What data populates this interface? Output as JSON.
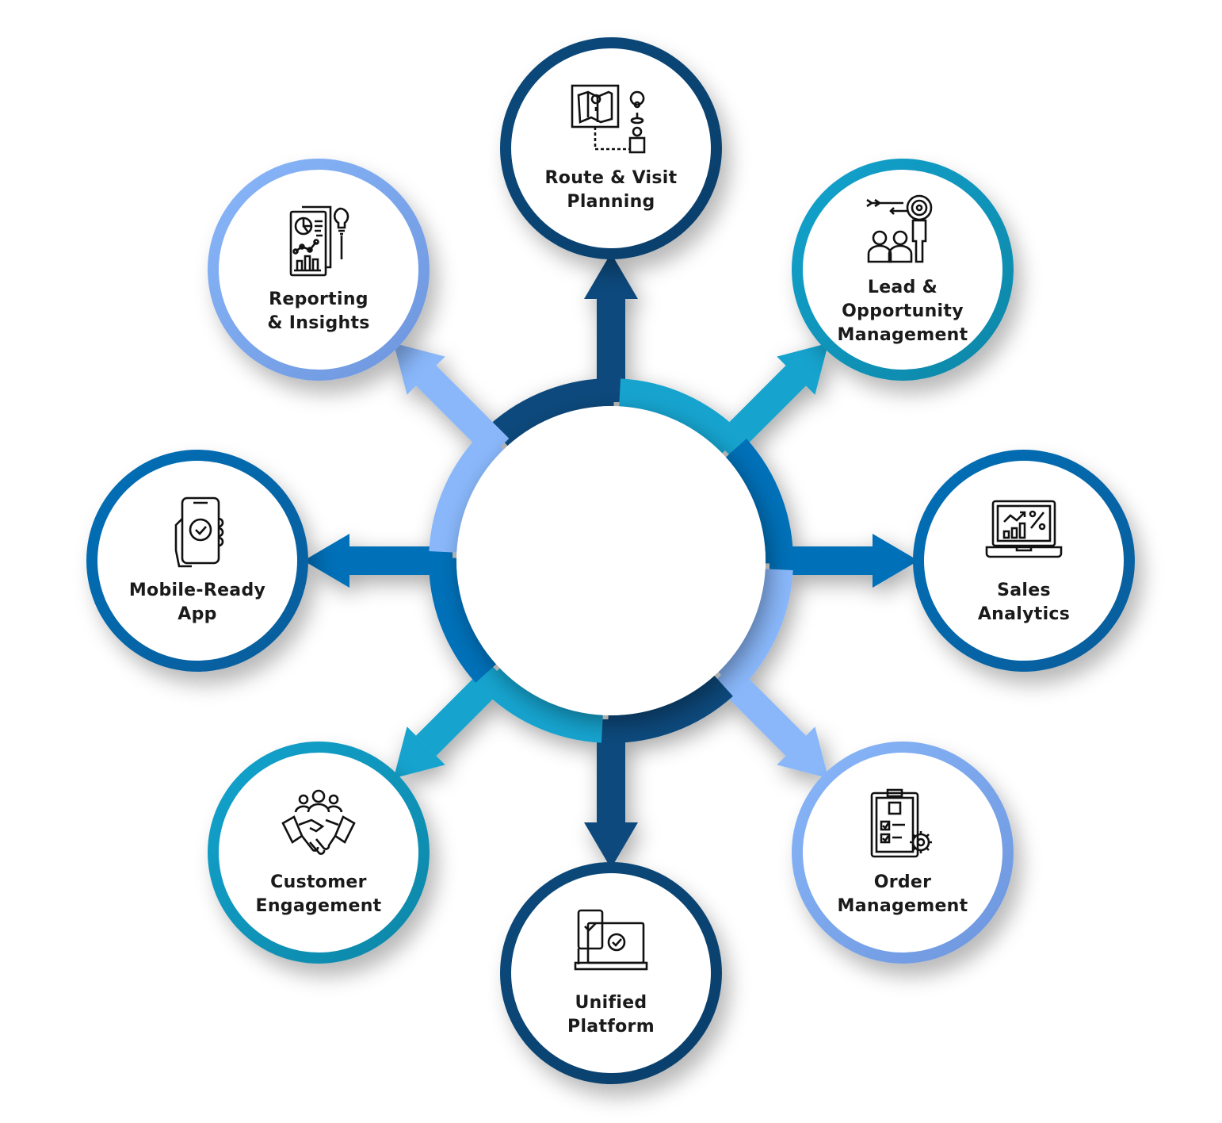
{
  "diagram": {
    "title": "",
    "hub": {
      "label": ""
    },
    "colors": {
      "navy": "#0b4a7c",
      "blue": "#0070b8",
      "teal": "#12a3ce",
      "light": "#89b7fa",
      "text": "#1a1a1a"
    },
    "nodes": [
      {
        "id": "route",
        "label": "Route & Visit\nPlanning",
        "icon": "map-route-icon",
        "color": "navy",
        "direction": "up"
      },
      {
        "id": "lead",
        "label": "Lead &\nOpportunity\nManagement",
        "icon": "target-team-icon",
        "color": "teal",
        "direction": "up-right"
      },
      {
        "id": "sales",
        "label": "Sales\nAnalytics",
        "icon": "laptop-analytics-icon",
        "color": "blue",
        "direction": "right"
      },
      {
        "id": "order",
        "label": "Order\nManagement",
        "icon": "clipboard-gear-icon",
        "color": "light",
        "direction": "down-right"
      },
      {
        "id": "unified",
        "label": "Unified\nPlatform",
        "icon": "devices-check-icon",
        "color": "navy",
        "direction": "down"
      },
      {
        "id": "customer",
        "label": "Customer\nEngagement",
        "icon": "handshake-icon",
        "color": "teal",
        "direction": "down-left"
      },
      {
        "id": "mobile",
        "label": "Mobile-Ready\nApp",
        "icon": "mobile-check-icon",
        "color": "blue",
        "direction": "left"
      },
      {
        "id": "reporting",
        "label": "Reporting\n& Insights",
        "icon": "report-insights-icon",
        "color": "light",
        "direction": "up-left"
      }
    ]
  }
}
